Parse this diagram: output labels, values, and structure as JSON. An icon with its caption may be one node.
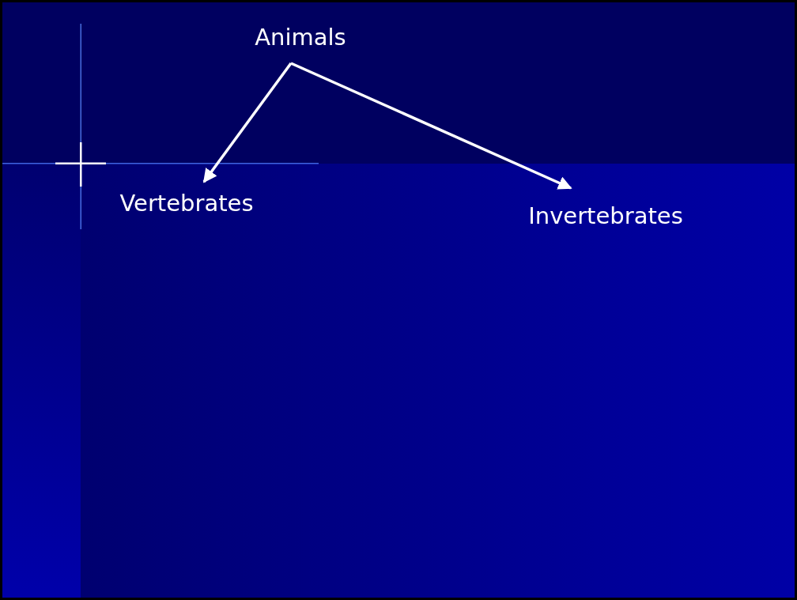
{
  "diagram": {
    "nodes": [
      {
        "text": [
          "Animals"
        ]
      },
      {
        "text": [
          "Vertebrates"
        ]
      },
      {
        "text": [
          "Invertebrates"
        ]
      }
    ],
    "edges": [
      {
        "from": 0,
        "to": 1,
        "arrow": "to"
      },
      {
        "from": 0,
        "to": 2,
        "arrow": "to"
      }
    ]
  }
}
